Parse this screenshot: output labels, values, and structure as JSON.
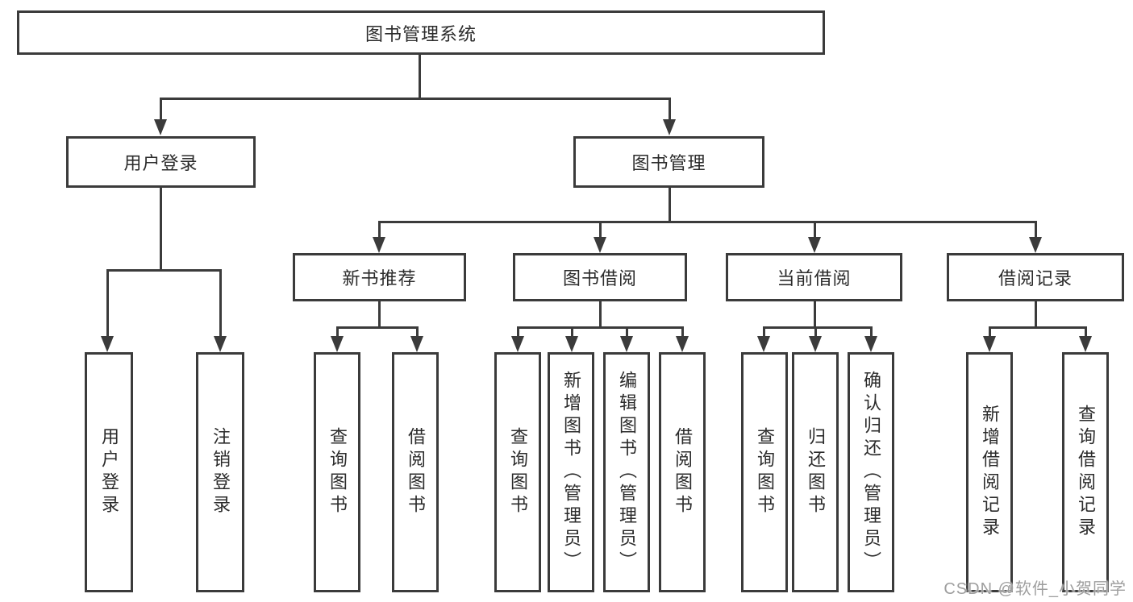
{
  "tree": {
    "label": "图书管理系统",
    "children": [
      {
        "label": "用户登录",
        "children": [
          {
            "label": "用户登录"
          },
          {
            "label": "注销登录"
          }
        ]
      },
      {
        "label": "图书管理",
        "children": [
          {
            "label": "新书推荐",
            "children": [
              {
                "label": "查询图书"
              },
              {
                "label": "借阅图书"
              }
            ]
          },
          {
            "label": "图书借阅",
            "children": [
              {
                "label": "查询图书"
              },
              {
                "label": "新增图书（管理员）"
              },
              {
                "label": "编辑图书（管理员）"
              },
              {
                "label": "借阅图书"
              }
            ]
          },
          {
            "label": "当前借阅",
            "children": [
              {
                "label": "查询图书"
              },
              {
                "label": "归还图书"
              },
              {
                "label": "确认归还（管理员）"
              }
            ]
          },
          {
            "label": "借阅记录",
            "children": [
              {
                "label": "新增借阅记录"
              },
              {
                "label": "查询借阅记录"
              }
            ]
          }
        ]
      }
    ]
  },
  "watermark": {
    "text": "CSDN @软件_小贺同学"
  },
  "colors": {
    "line": "#3b3b3b",
    "text": "#2b2b2b",
    "watermark": "#9e9e9e",
    "background": "#ffffff"
  }
}
